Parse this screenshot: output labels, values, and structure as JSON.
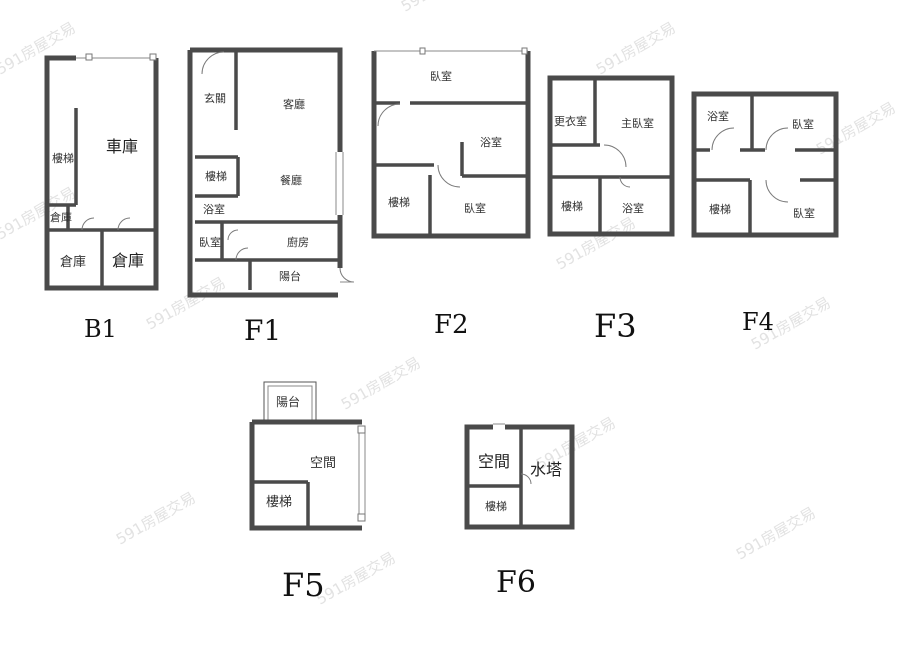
{
  "watermark": "591房屋交易",
  "floors": {
    "b1": {
      "label": "B1",
      "rooms": {
        "garage": "車庫",
        "stairs": "樓梯",
        "storage_small": "倉庫",
        "storage1": "倉庫",
        "storage2": "倉庫"
      }
    },
    "f1": {
      "label": "F1",
      "rooms": {
        "entrance": "玄關",
        "living": "客廳",
        "stairs": "樓梯",
        "dining": "餐廳",
        "bath": "浴室",
        "bedroom": "臥室",
        "kitchen": "廚房",
        "balcony": "陽台"
      }
    },
    "f2": {
      "label": "F2",
      "rooms": {
        "bedroom_top": "臥室",
        "bath": "浴室",
        "stairs": "樓梯",
        "bedroom": "臥室"
      }
    },
    "f3": {
      "label": "F3",
      "rooms": {
        "closet": "更衣室",
        "master": "主臥室",
        "stairs": "樓梯",
        "bath": "浴室"
      }
    },
    "f4": {
      "label": "F4",
      "rooms": {
        "bath": "浴室",
        "bedroom1": "臥室",
        "stairs": "樓梯",
        "bedroom2": "臥室"
      }
    },
    "f5": {
      "label": "F5",
      "rooms": {
        "balcony": "陽台",
        "space": "空間",
        "stairs": "樓梯"
      }
    },
    "f6": {
      "label": "F6",
      "rooms": {
        "space": "空間",
        "tower": "水塔",
        "stairs": "樓梯"
      }
    }
  }
}
